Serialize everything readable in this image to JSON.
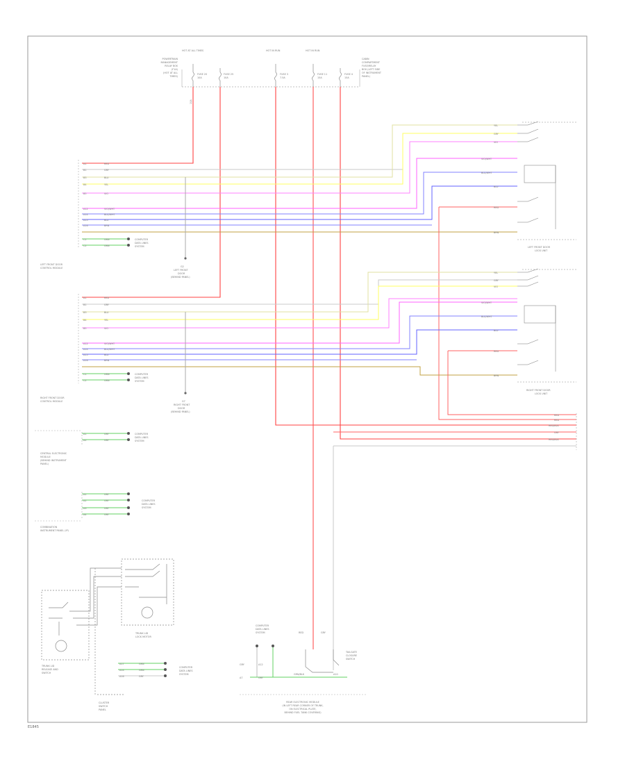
{
  "diagram": {
    "page_id": "E1845",
    "fuse_panel": {
      "left_label": [
        "POWERTRAIN",
        "MANAGEMENT",
        "RELAY BOX",
        "(F1A)",
        "(HOT AT ALL",
        "TIMES)"
      ],
      "fuses": [
        {
          "hot": "HOT AT ALL TIMES",
          "name": "FUSE 20",
          "amp": "10A"
        },
        {
          "hot": "",
          "name": "FUSE 25",
          "amp": "10A"
        },
        {
          "hot": "HOT IN RUN",
          "name": "FUSE 3",
          "amp": "7.5A"
        },
        {
          "hot": "HOT IN RUN",
          "name": "FUSE 11",
          "amp": "15A"
        },
        {
          "hot": "",
          "name": "FUSE 4",
          "amp": "15A"
        }
      ],
      "right_label": [
        "CABIN",
        "COMPARTMENT",
        "FUSE/RELAY",
        "BOX (LEFT SIDE",
        "OF INSTRUMENT",
        "PANEL)"
      ]
    },
    "left_front_door": {
      "name": [
        "LEFT FRONT DOOR",
        "CONTROL MODULE"
      ],
      "pins": [
        "A1",
        "B1",
        "B3",
        "B4",
        "B5",
        "A12",
        "A14",
        "A15",
        "A16",
        "C1",
        "C2"
      ],
      "colors": [
        "RED",
        "GRY",
        "BLU",
        "YEL",
        "VIO",
        "VIO/WHT",
        "BLU/WHT",
        "BLU",
        "BRN",
        "GRN",
        "GRN"
      ],
      "ground": [
        "G2",
        "LEFT FRONT",
        "DOOR",
        "(BEHIND PANEL)"
      ],
      "can_label": [
        "COMPUTER",
        "DATA LINES",
        "SYSTEM"
      ]
    },
    "left_front_lock": {
      "name": [
        "LEFT FRONT DOOR",
        "LOCK UNIT"
      ],
      "wires": [
        "YEL",
        "GRY",
        "VIO",
        "VIO/WHT",
        "BLU/WHT",
        "BLU",
        "RED",
        "BRN"
      ]
    },
    "right_front_door": {
      "name": [
        "RIGHT FRONT DOOR",
        "CONTROL MODULE"
      ],
      "pins": [
        "A1",
        "B1",
        "B3",
        "B4",
        "B5",
        "A12",
        "A14",
        "A15",
        "A16",
        "C1",
        "C2"
      ],
      "colors": [
        "RED",
        "GRY",
        "BLU",
        "YEL",
        "VIO",
        "VIO/WHT",
        "BLU/WHT",
        "BLU",
        "BRN",
        "GRN",
        "GRN"
      ],
      "ground": [
        "G7",
        "RIGHT FRONT",
        "DOOR",
        "(BEHIND PANEL)"
      ],
      "can_label": [
        "COMPUTER",
        "DATA LINES",
        "SYSTEM"
      ]
    },
    "right_front_lock": {
      "name": [
        "RIGHT FRONT DOOR",
        "LOCK UNIT"
      ],
      "wires": [
        "YEL",
        "GRY",
        "VIO",
        "VIO/WHT",
        "BLU/WHT",
        "BLU",
        "RED",
        "BRN"
      ]
    },
    "right_side_wires": [
      "RED",
      "RED",
      "RED/BLK",
      "GRY",
      "RED/BLK"
    ],
    "central_module": {
      "name": [
        "CENTRAL ELECTRONIC",
        "MODULE",
        "(BEHIND INSTRUMENT",
        "PANEL)"
      ],
      "pins": [
        "A1",
        "A2"
      ],
      "colors": [
        "GRY",
        "GRY"
      ],
      "can_label": [
        "COMPUTER",
        "DATA LINES",
        "SYSTEM"
      ]
    },
    "combination_panel": {
      "name": [
        "COMBINATION",
        "INSTRUMENT PANEL (IP)"
      ],
      "pins": [
        "A1",
        "A2",
        "A3",
        "A4"
      ],
      "colors": [
        "GRY",
        "GRY",
        "GRY",
        "GRY"
      ],
      "can_label": [
        "COMPUTER",
        "DATA LINES",
        "SYSTEM"
      ]
    },
    "trunk_lid_switch": {
      "name": [
        "TRUNK LID",
        "RELEASE AND",
        "SWITCH"
      ]
    },
    "trunk_lock": {
      "name": [
        "TRUNK LID",
        "LOCK MOTOR"
      ]
    },
    "cluster_panel": {
      "name": [
        "CLUSTER",
        "SWITCH",
        "PANEL"
      ]
    },
    "cluster_wires": {
      "pins": [
        "A17",
        "A14",
        "A16"
      ],
      "colors": [
        "GRN",
        "GRN",
        "GRY"
      ]
    },
    "rear_module": {
      "name": [
        "REAR ELECTRONIC MODULE",
        "(IN LEFT REAR CORNER OF TRUNK,",
        "ON ELECTRICAL PLATE,",
        "BEHIND FUEL TANK COVERING)"
      ],
      "pins": [
        "A7",
        "A12",
        "A10"
      ],
      "colors": [
        "GRY",
        "GRY",
        "GRN/BLK"
      ],
      "can_label": [
        "COMPUTER",
        "DATA LINES",
        "SYSTEM"
      ],
      "wire_colors": [
        "RED",
        "GRY"
      ],
      "switch_label": [
        "TAILGATE",
        "CLOSURE",
        "SWITCH"
      ]
    }
  }
}
